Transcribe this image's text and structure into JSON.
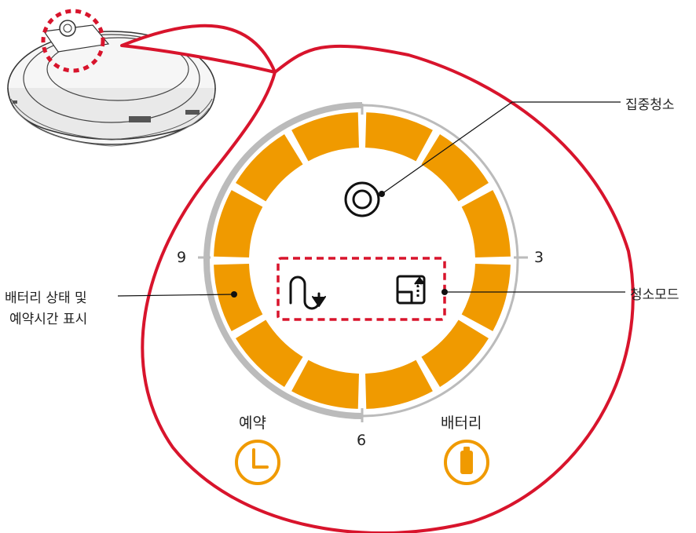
{
  "callouts": {
    "focus_clean": "집중청소",
    "clean_mode": "청소모드",
    "battery_reserve_line1": "배터리 상태 및",
    "battery_reserve_line2": "예약시간 표시"
  },
  "dial_numbers": {
    "three": "3",
    "six": "6",
    "nine": "9"
  },
  "buttons": {
    "reserve_label": "예약",
    "battery_label": "배터리"
  },
  "icons": {
    "focus_clean": "spiral-icon",
    "zigzag_mode": "zigzag-arrow-icon",
    "cell_mode": "cell-by-cell-icon",
    "reserve": "clock-icon",
    "battery": "battery-icon",
    "robot": "robot-vacuum-illustration"
  },
  "colors": {
    "accent_orange": "#F09A00",
    "callout_red": "#D8142C",
    "ring_gray": "#BBBBBB"
  },
  "segments": {
    "count": 12
  }
}
